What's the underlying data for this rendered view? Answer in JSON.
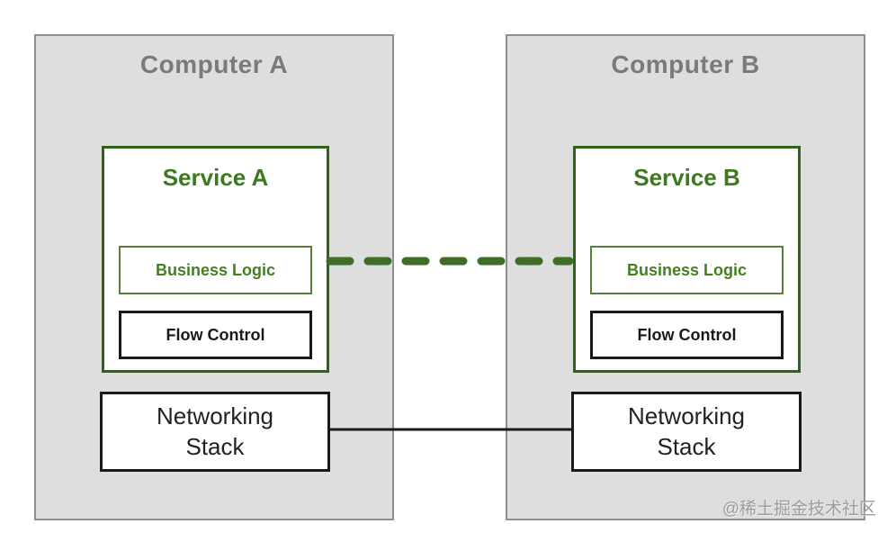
{
  "diagram": {
    "computers": [
      {
        "title": "Computer A",
        "service": {
          "title": "Service A",
          "business_logic": "Business Logic",
          "flow_control": "Flow Control"
        },
        "networking_stack": "Networking Stack"
      },
      {
        "title": "Computer B",
        "service": {
          "title": "Service B",
          "business_logic": "Business Logic",
          "flow_control": "Flow Control"
        },
        "networking_stack": "Networking Stack"
      }
    ],
    "connections": [
      {
        "id": "business-logic-link",
        "style": "dashed",
        "color": "#3f6f26"
      },
      {
        "id": "network-link",
        "style": "solid",
        "color": "#1a1a1a"
      }
    ],
    "colors": {
      "background": "#ffffff",
      "computer_fill": "#dedede",
      "computer_border": "#8f8f8f",
      "computer_title_text": "#7a7a7a",
      "service_border": "#2d6418",
      "service_title_text": "#3d7a1e",
      "business_logic_border": "#55813a",
      "business_logic_text": "#44801f",
      "dark_border_text": "#1a1a1a",
      "dashed_link_green": "#3f6f26",
      "watermark_text": "#9c9c9c"
    },
    "watermark": "@稀土掘金技术社区"
  }
}
